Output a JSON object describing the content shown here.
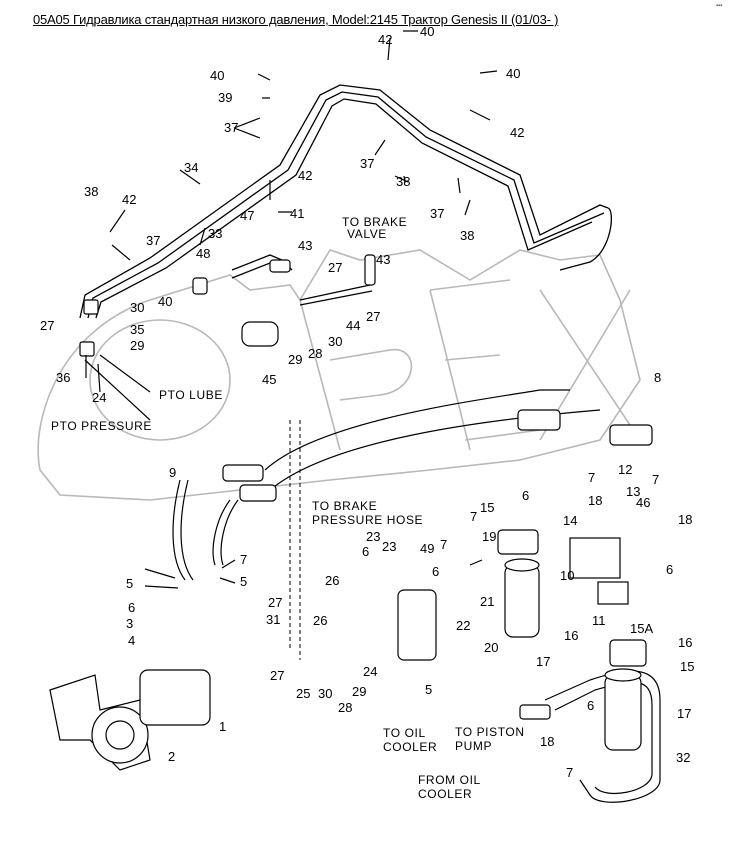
{
  "title": "05A05 Гидравлика стандартная низкого давления, Model:2145 Трактор Genesis II (01/03- )",
  "watermark": "OPEX",
  "notes": {
    "to_brake_valve_1": "TO BRAKE",
    "to_brake_valve_2": "VALVE",
    "pto_lube": "PTO  LUBE",
    "pto_pressure": "PTO  PRESSURE",
    "to_brake_pressure_hose_1": "TO  BRAKE",
    "to_brake_pressure_hose_2": "PRESSURE HOSE",
    "to_oil_cooler_1": "TO  OIL",
    "to_oil_cooler_2": "COOLER",
    "from_oil_cooler_1": "FROM  OIL",
    "from_oil_cooler_2": "COOLER",
    "to_piston_pump_1": "TO  PISTON",
    "to_piston_pump_2": "PUMP"
  },
  "callouts": [
    "42",
    "40",
    "40",
    "39",
    "40",
    "37",
    "42",
    "34",
    "37",
    "38",
    "42",
    "38",
    "41",
    "33",
    "37",
    "38",
    "42",
    "47",
    "43",
    "48",
    "27",
    "43",
    "37",
    "40",
    "30",
    "27",
    "35",
    "44",
    "27",
    "29",
    "30",
    "29",
    "28",
    "36",
    "45",
    "24",
    "8",
    "9",
    "7",
    "12",
    "7",
    "13",
    "15",
    "18",
    "6",
    "18",
    "46",
    "14",
    "7",
    "5",
    "7",
    "6",
    "5",
    "19",
    "49",
    "23",
    "7",
    "6",
    "6",
    "10",
    "6",
    "27",
    "26",
    "23",
    "21",
    "31",
    "26",
    "11",
    "22",
    "3",
    "15A",
    "4",
    "16",
    "20",
    "27",
    "25",
    "30",
    "29",
    "28",
    "5",
    "17",
    "16",
    "15",
    "1",
    "24",
    "6",
    "17",
    "2",
    "18",
    "32",
    "7"
  ]
}
